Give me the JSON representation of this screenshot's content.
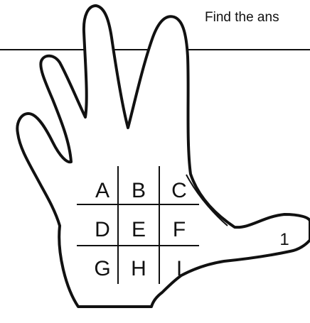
{
  "instruction_text": "Find the ans",
  "grid_letters": [
    "A",
    "B",
    "C",
    "D",
    "E",
    "F",
    "G",
    "H",
    "I"
  ],
  "thumb_label": "1",
  "colors": {
    "ink": "#111111",
    "background": "#ffffff"
  }
}
